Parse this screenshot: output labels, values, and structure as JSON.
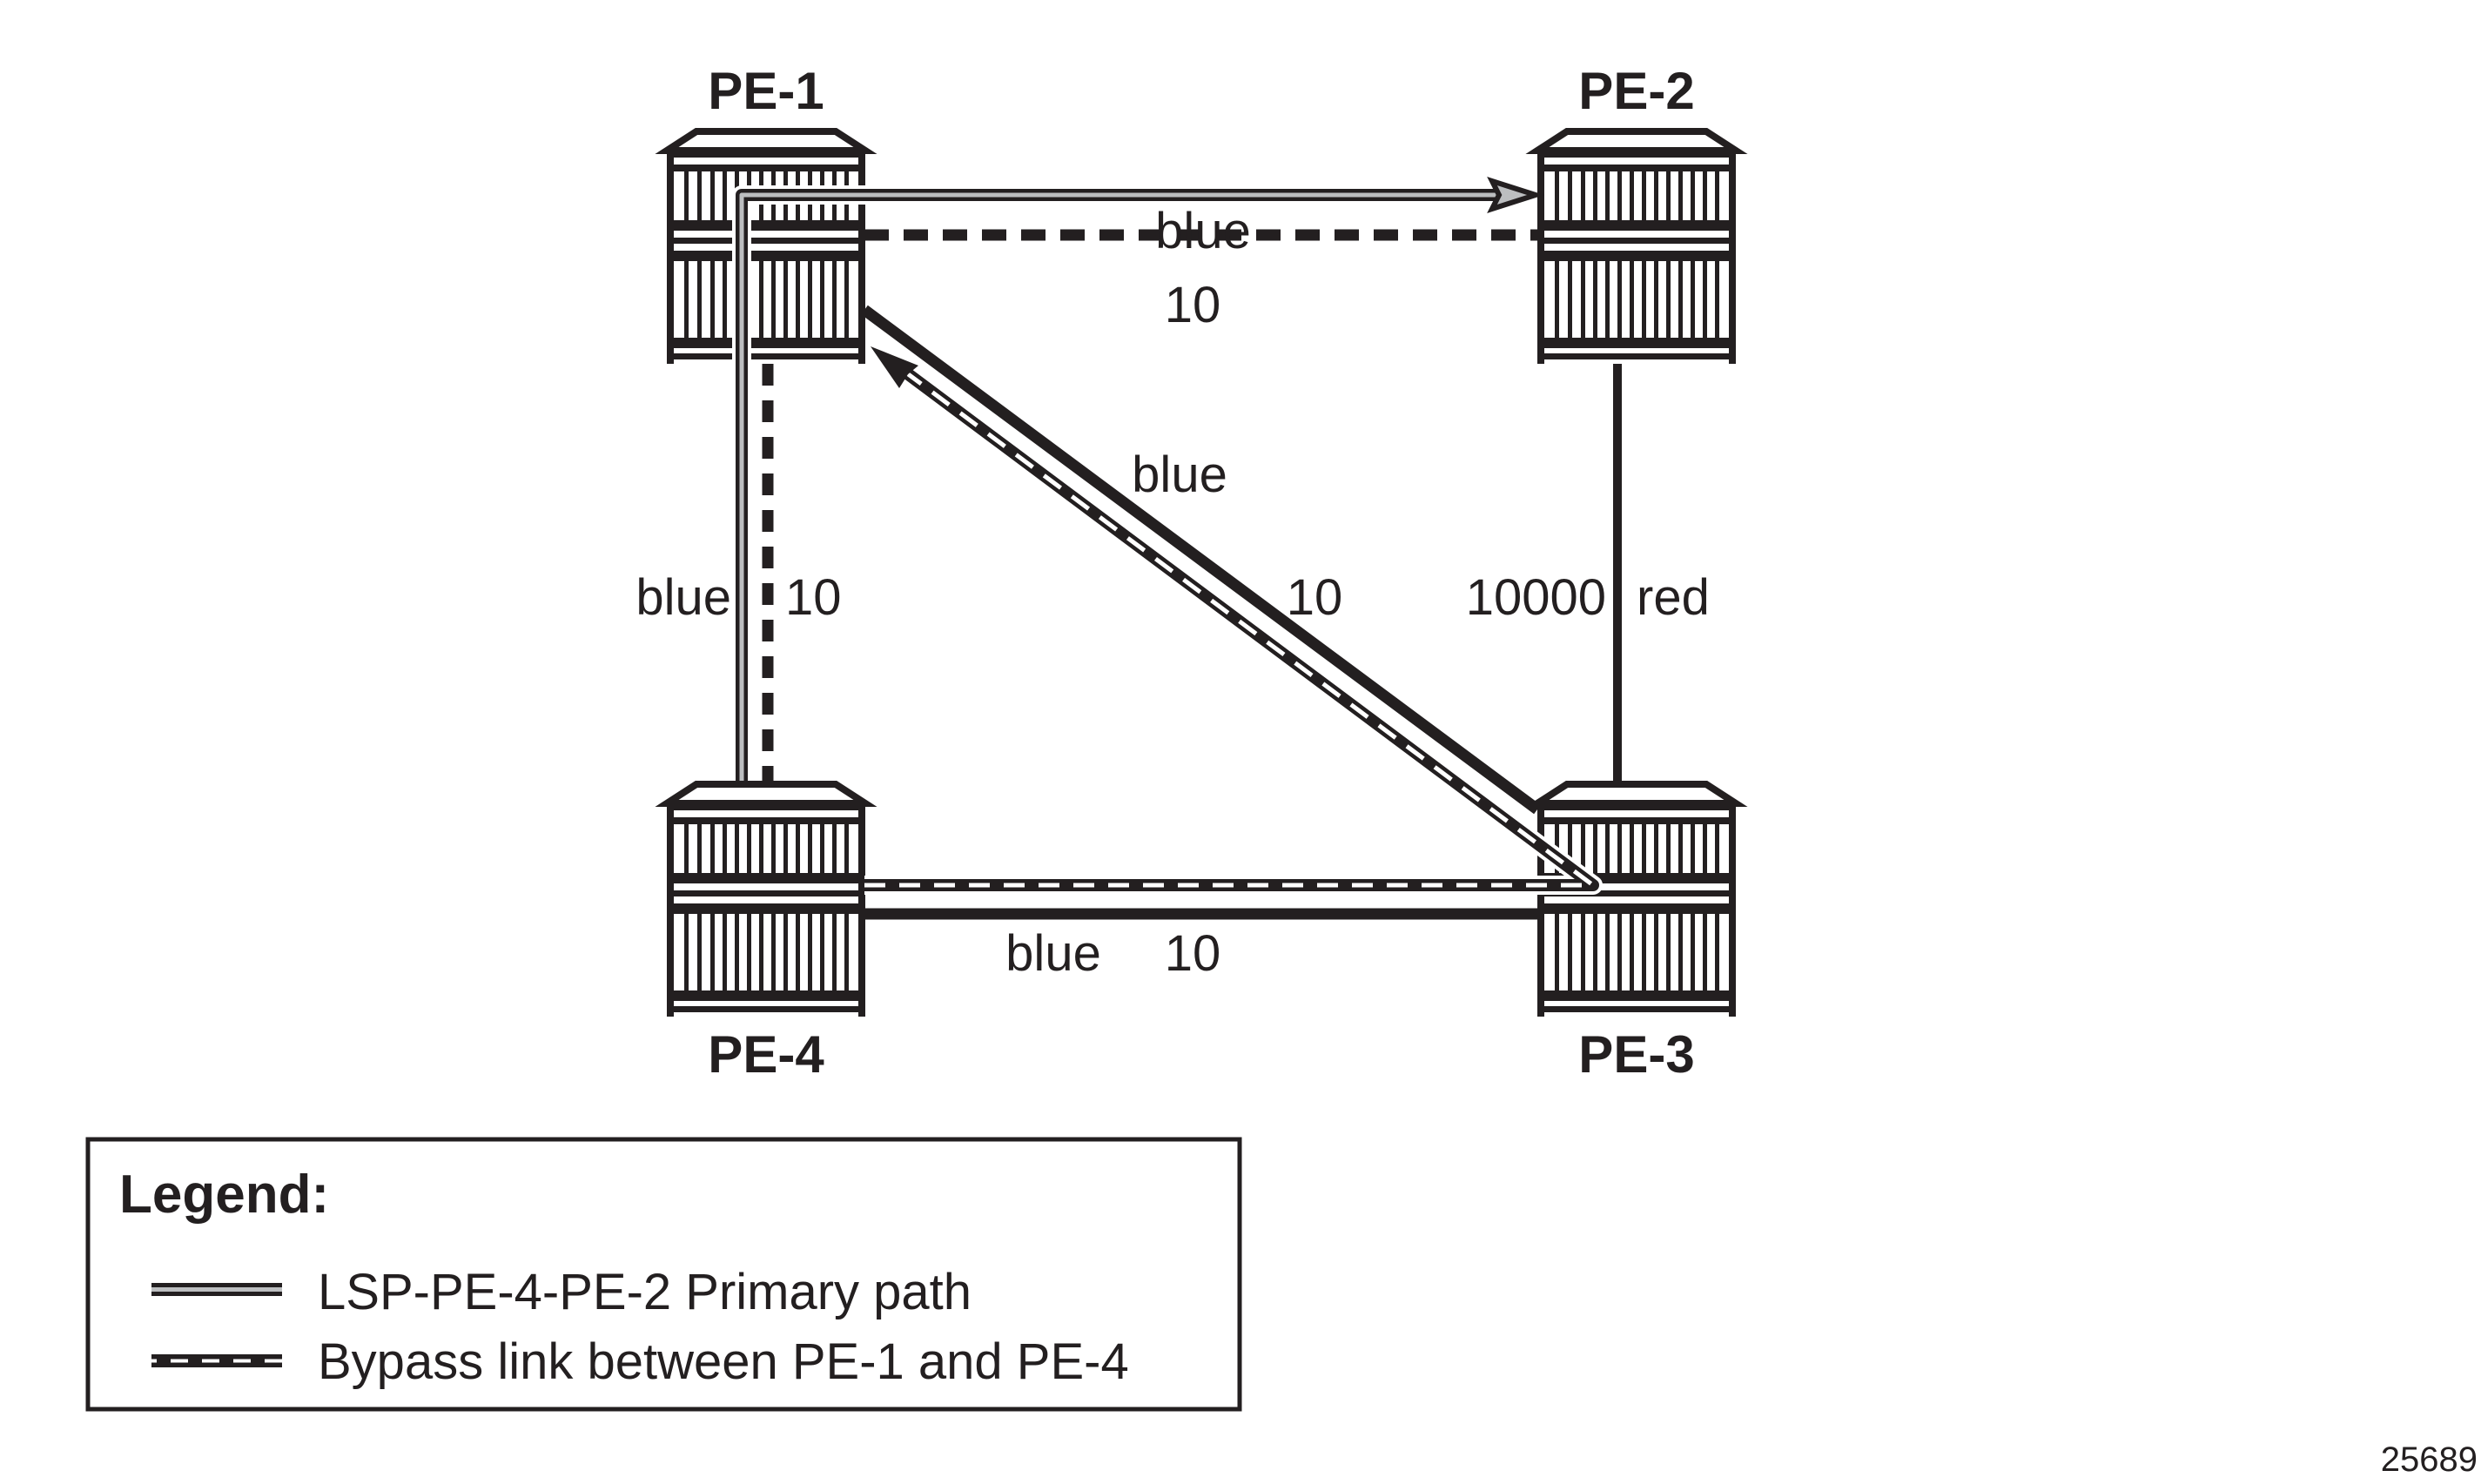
{
  "diagram": {
    "nodes": [
      {
        "id": "PE-1",
        "label": "PE-1"
      },
      {
        "id": "PE-2",
        "label": "PE-2"
      },
      {
        "id": "PE-3",
        "label": "PE-3"
      },
      {
        "id": "PE-4",
        "label": "PE-4"
      }
    ],
    "links": [
      {
        "from": "PE-1",
        "to": "PE-2",
        "admin_group": "blue",
        "metric": "10",
        "style": "dashed"
      },
      {
        "from": "PE-1",
        "to": "PE-4",
        "admin_group": "blue",
        "metric": "10",
        "style": "dashed"
      },
      {
        "from": "PE-1",
        "to": "PE-3",
        "admin_group": "blue",
        "metric": "10",
        "style": "solid-thick"
      },
      {
        "from": "PE-2",
        "to": "PE-3",
        "admin_group": "red",
        "metric": "10000",
        "style": "solid"
      },
      {
        "from": "PE-4",
        "to": "PE-3",
        "admin_group": "blue",
        "metric": "10",
        "style": "solid-thick"
      }
    ],
    "paths": [
      {
        "name": "LSP-PE-4-PE-2 Primary path",
        "hops": [
          "PE-4",
          "PE-1",
          "PE-2"
        ],
        "style": "double-gray"
      },
      {
        "name": "Bypass link between PE-1 and PE-4",
        "hops": [
          "PE-4",
          "PE-3",
          "PE-1"
        ],
        "style": "double-dashed"
      }
    ],
    "labels": {
      "pe1_pe2_group": "blue",
      "pe1_pe2_metric": "10",
      "pe1_pe4_group": "blue",
      "pe1_pe4_metric": "10",
      "pe1_pe3_group": "blue",
      "pe1_pe3_metric": "10",
      "pe2_pe3_metric": "10000",
      "pe2_pe3_group": "red",
      "pe4_pe3_group": "blue",
      "pe4_pe3_metric": "10"
    }
  },
  "legend": {
    "title": "Legend:",
    "items": [
      {
        "label": "LSP-PE-4-PE-2 Primary path",
        "icon": "double-gray-line"
      },
      {
        "label": "Bypass link between PE-1 and PE-4",
        "icon": "double-dashed-line"
      }
    ]
  },
  "figure_id": "25689",
  "colors": {
    "ink": "#231f20",
    "lsp_fill": "#bcbec0",
    "background": "#ffffff"
  }
}
